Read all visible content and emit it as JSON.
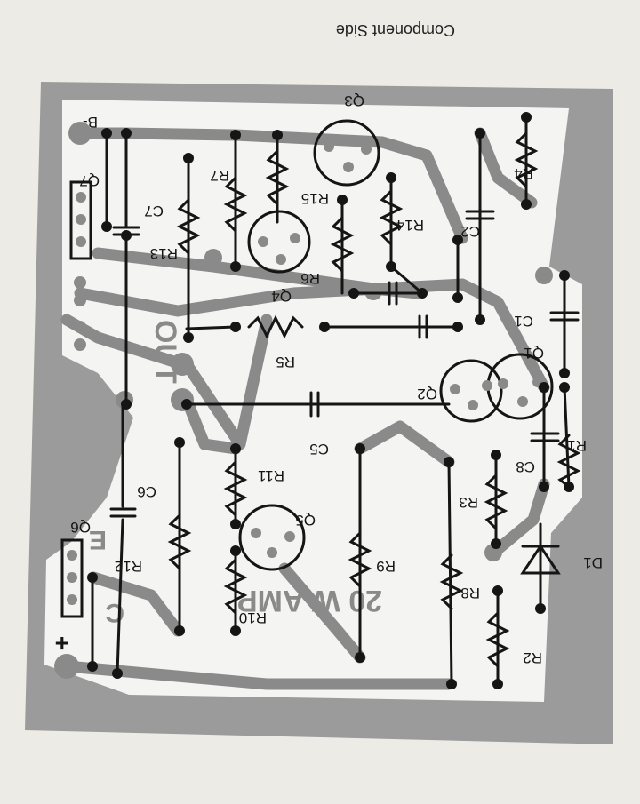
{
  "header": {
    "title": "Component Side"
  },
  "board": {
    "substrate_color": "#9b9b9b",
    "trace_color": "#8a8a8a",
    "copper_color": "#f4f4f2",
    "ink_color": "#151515",
    "etched_text": [
      "OUT",
      "20 W AMP",
      "E",
      "C",
      "+"
    ]
  },
  "components": {
    "resistors": [
      "R1",
      "R2",
      "R3",
      "R4",
      "R5",
      "R6",
      "R7",
      "R8",
      "R9",
      "R10",
      "R11",
      "R12",
      "R13",
      "R14",
      "R15"
    ],
    "capacitors": [
      "C1",
      "C2",
      "C5",
      "C6",
      "C7",
      "C8"
    ],
    "transistors": [
      "Q1",
      "Q2",
      "Q3",
      "Q4",
      "Q5"
    ],
    "power_transistor_headers": [
      "Q6",
      "Q7"
    ],
    "diodes": [
      "D1"
    ]
  },
  "terminals": {
    "b_minus": "B-"
  }
}
